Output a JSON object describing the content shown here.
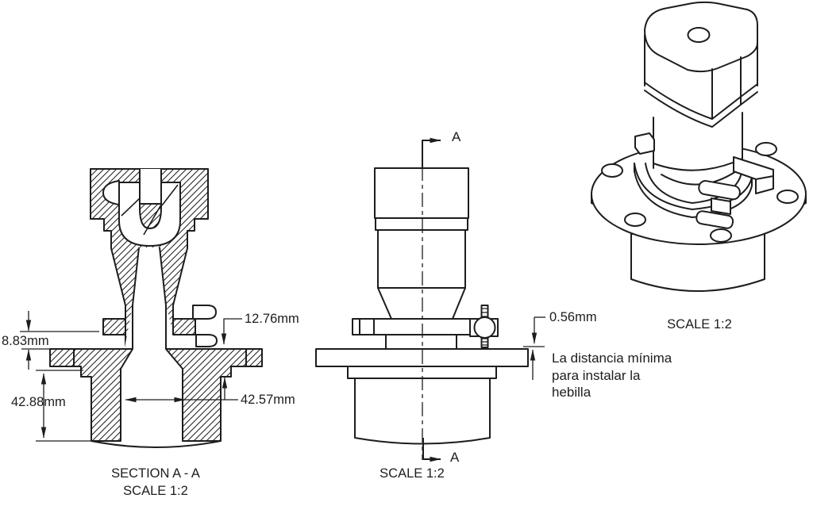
{
  "colors": {
    "line": "#1d1d1d",
    "background": "#ffffff"
  },
  "section_view": {
    "title": "SECTION A - A",
    "scale_label": "SCALE 1:2",
    "dim_gap": "8.83mm",
    "dim_depth": "42.88mm",
    "dim_flange": "12.76mm",
    "dim_bore": "42.57mm"
  },
  "front_view": {
    "scale_label": "SCALE 1:2",
    "section_marker": "A",
    "dim_clearance": "0.56mm",
    "note": "La distancia mínima\npara instalar la\nhebilla"
  },
  "iso_view": {
    "scale_label": "SCALE 1:2"
  }
}
